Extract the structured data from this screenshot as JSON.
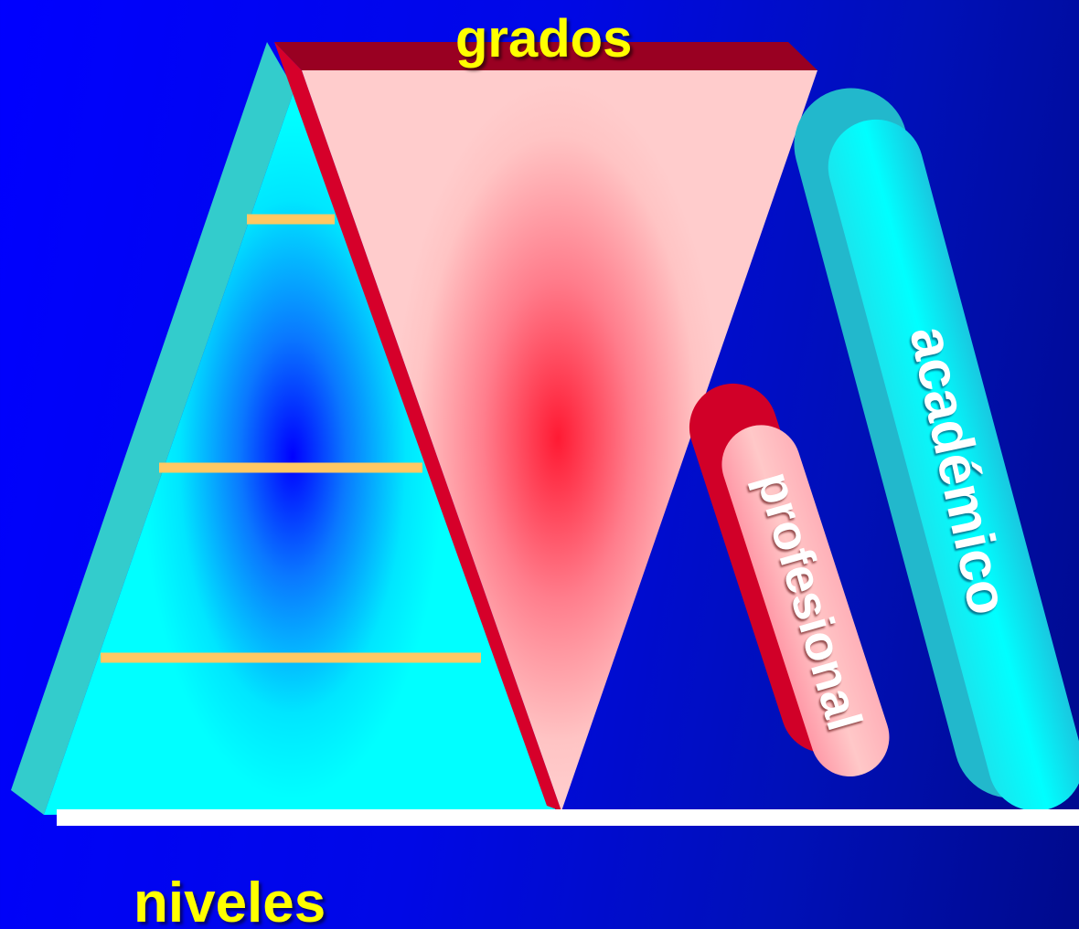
{
  "labels": {
    "grados": "grados",
    "niveles": "niveles",
    "profesional": "profesional",
    "academico": "académico"
  },
  "colors": {
    "background": "#0000ff",
    "background_dark": "#000a8c",
    "pyramid_face": "#00ffff",
    "pyramid_side": "#33cccc",
    "pyramid_core": "#0000ff",
    "inverted_triangle_face": "#ffc4c4",
    "inverted_triangle_core": "#ff1a33",
    "inverted_triangle_edge": "#d6002a",
    "inverted_triangle_top": "#990022",
    "level_lines": "#ffc864",
    "label_yellow": "#ffff00",
    "label_white": "#ffffff",
    "baseline": "#ffffff"
  }
}
